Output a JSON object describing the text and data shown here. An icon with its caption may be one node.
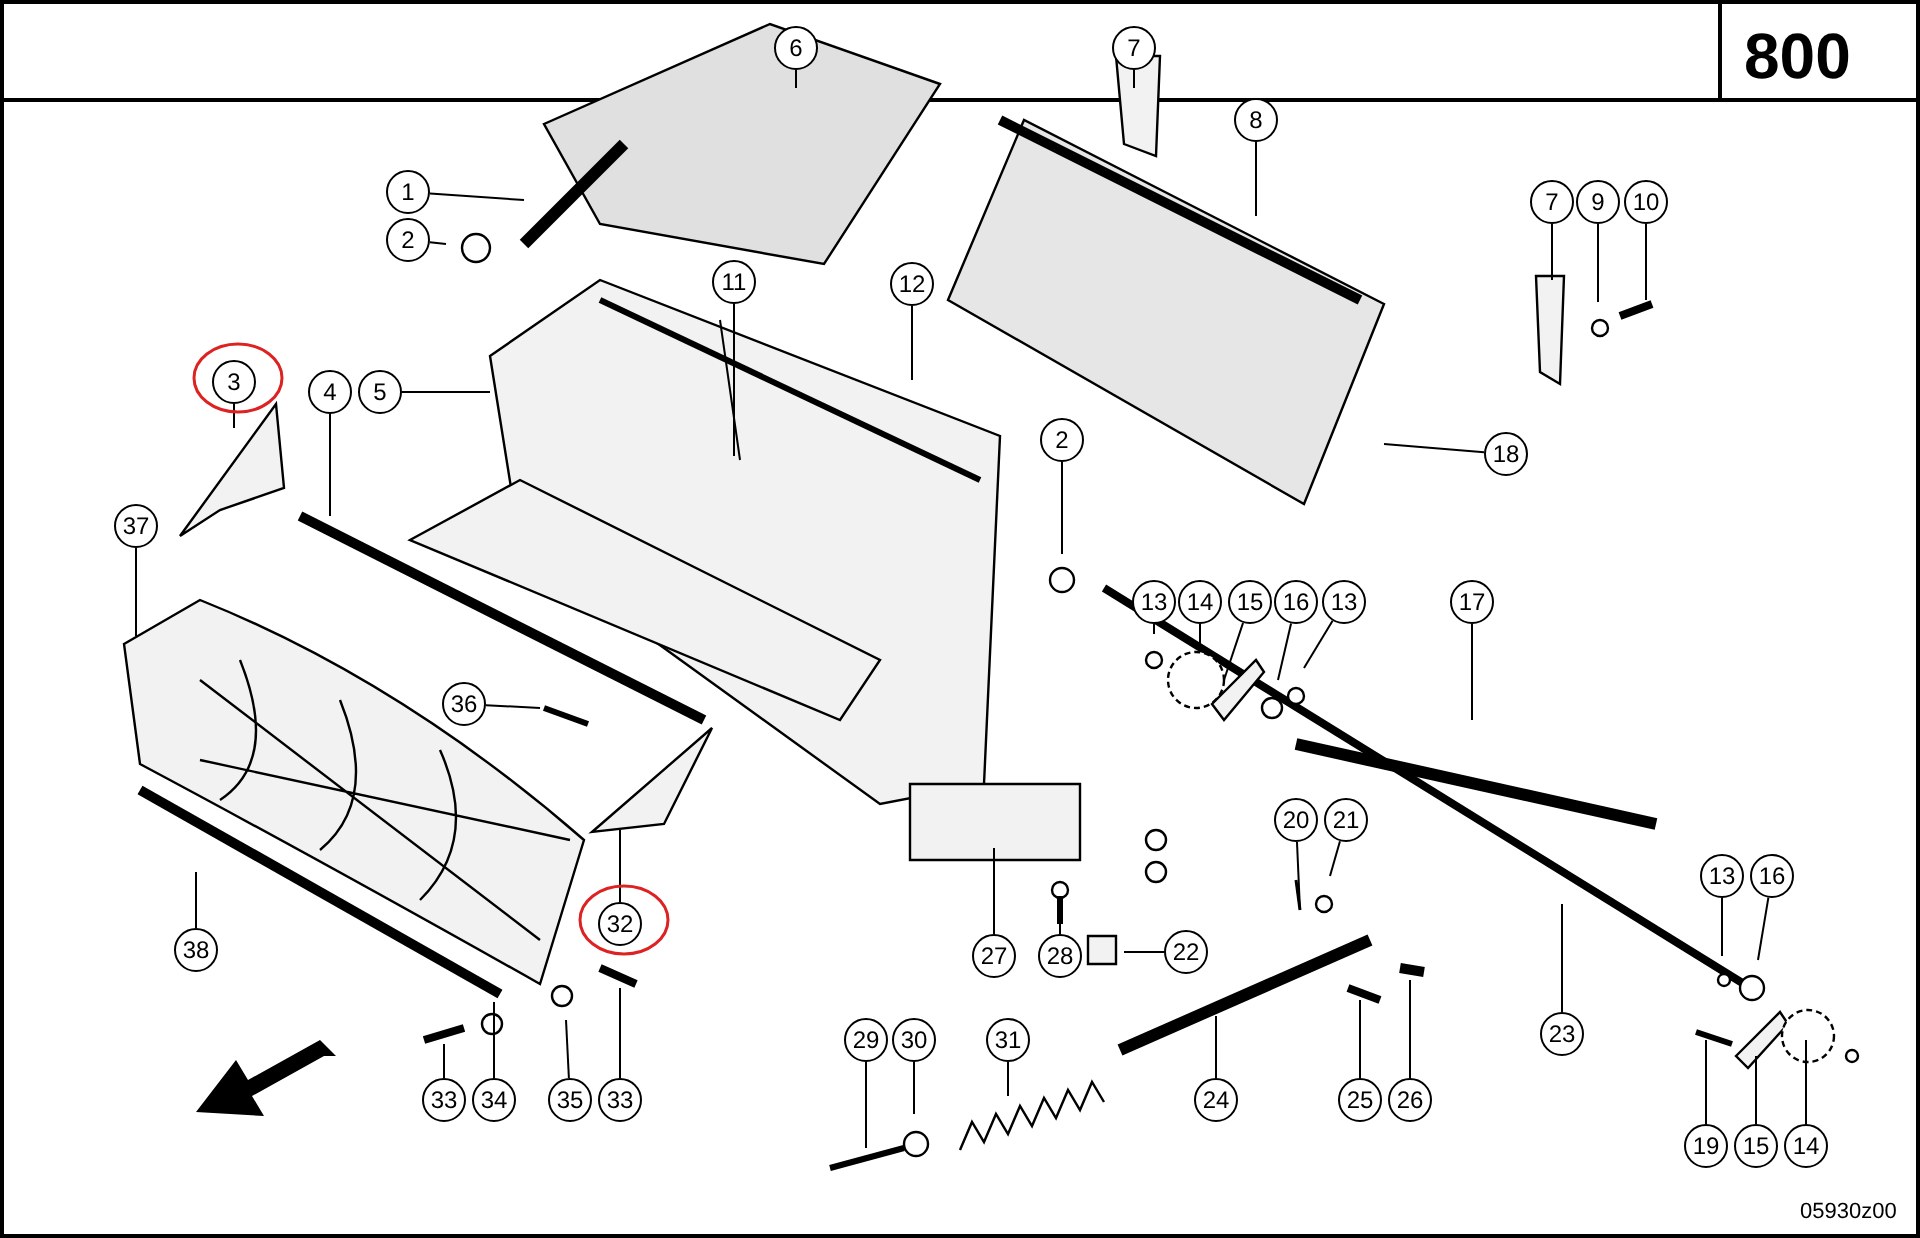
{
  "diagram": {
    "nodes": [
      {
        "text": [
          "6"
        ]
      },
      {
        "text": [
          "7"
        ]
      },
      {
        "text": [
          "1"
        ]
      },
      {
        "text": [
          "8"
        ]
      },
      {
        "text": [
          "7"
        ]
      },
      {
        "text": [
          "9"
        ]
      },
      {
        "text": [
          "10"
        ]
      },
      {
        "text": [
          "2"
        ]
      },
      {
        "text": [
          "11"
        ]
      },
      {
        "text": [
          "12"
        ]
      },
      {
        "text": [
          "3"
        ]
      },
      {
        "text": [
          "4"
        ]
      },
      {
        "text": [
          "5"
        ]
      },
      {
        "text": [
          "18"
        ]
      },
      {
        "text": [
          "2"
        ]
      },
      {
        "text": [
          "37"
        ]
      },
      {
        "text": [
          "13"
        ]
      },
      {
        "text": [
          "14"
        ]
      },
      {
        "text": [
          "15"
        ]
      },
      {
        "text": [
          "16"
        ]
      },
      {
        "text": [
          "13"
        ]
      },
      {
        "text": [
          "17"
        ]
      },
      {
        "text": [
          "36"
        ]
      },
      {
        "text": [
          "20"
        ]
      },
      {
        "text": [
          "21"
        ]
      },
      {
        "text": [
          "32"
        ]
      },
      {
        "text": [
          "22"
        ]
      },
      {
        "text": [
          "27"
        ]
      },
      {
        "text": [
          "28"
        ]
      },
      {
        "text": [
          "38"
        ]
      },
      {
        "text": [
          "13"
        ]
      },
      {
        "text": [
          "16"
        ]
      },
      {
        "text": [
          "23"
        ]
      },
      {
        "text": [
          "29"
        ]
      },
      {
        "text": [
          "30"
        ]
      },
      {
        "text": [
          "31"
        ]
      },
      {
        "text": [
          "24"
        ]
      },
      {
        "text": [
          "25"
        ]
      },
      {
        "text": [
          "26"
        ]
      },
      {
        "text": [
          "33"
        ]
      },
      {
        "text": [
          "34"
        ]
      },
      {
        "text": [
          "35"
        ]
      },
      {
        "text": [
          "33"
        ]
      },
      {
        "text": [
          "19"
        ]
      },
      {
        "text": [
          "15"
        ]
      },
      {
        "text": [
          "14"
        ]
      }
    ],
    "edges": [
      {
        "from": 0,
        "to": null,
        "arrow": "none"
      },
      {
        "from": 1,
        "to": null,
        "arrow": "none"
      },
      {
        "from": 2,
        "to": null,
        "arrow": "none"
      },
      {
        "from": 3,
        "to": null,
        "arrow": "none"
      },
      {
        "from": 4,
        "to": null,
        "arrow": "none"
      },
      {
        "from": 5,
        "to": null,
        "arrow": "none"
      },
      {
        "from": 6,
        "to": null,
        "arrow": "none"
      },
      {
        "from": 7,
        "to": null,
        "arrow": "none"
      },
      {
        "from": 8,
        "to": null,
        "arrow": "none"
      },
      {
        "from": 9,
        "to": null,
        "arrow": "none"
      },
      {
        "from": 10,
        "to": null,
        "arrow": "none"
      },
      {
        "from": 11,
        "to": null,
        "arrow": "none"
      },
      {
        "from": 12,
        "to": null,
        "arrow": "none"
      },
      {
        "from": 13,
        "to": null,
        "arrow": "none"
      },
      {
        "from": 14,
        "to": null,
        "arrow": "none"
      },
      {
        "from": 15,
        "to": null,
        "arrow": "none"
      },
      {
        "from": 16,
        "to": null,
        "arrow": "none"
      },
      {
        "from": 17,
        "to": null,
        "arrow": "none"
      },
      {
        "from": 18,
        "to": null,
        "arrow": "none"
      },
      {
        "from": 19,
        "to": null,
        "arrow": "none"
      },
      {
        "from": 20,
        "to": null,
        "arrow": "none"
      },
      {
        "from": 21,
        "to": null,
        "arrow": "none"
      },
      {
        "from": 22,
        "to": null,
        "arrow": "none"
      },
      {
        "from": 23,
        "to": null,
        "arrow": "none"
      },
      {
        "from": 24,
        "to": null,
        "arrow": "none"
      },
      {
        "from": 25,
        "to": null,
        "arrow": "none"
      },
      {
        "from": 26,
        "to": null,
        "arrow": "none"
      },
      {
        "from": 27,
        "to": null,
        "arrow": "none"
      },
      {
        "from": 28,
        "to": null,
        "arrow": "none"
      },
      {
        "from": 29,
        "to": null,
        "arrow": "none"
      },
      {
        "from": 30,
        "to": null,
        "arrow": "none"
      },
      {
        "from": 31,
        "to": null,
        "arrow": "none"
      },
      {
        "from": 32,
        "to": null,
        "arrow": "none"
      },
      {
        "from": 33,
        "to": null,
        "arrow": "none"
      },
      {
        "from": 34,
        "to": null,
        "arrow": "none"
      },
      {
        "from": 35,
        "to": null,
        "arrow": "none"
      },
      {
        "from": 36,
        "to": null,
        "arrow": "none"
      },
      {
        "from": 37,
        "to": null,
        "arrow": "none"
      },
      {
        "from": 38,
        "to": null,
        "arrow": "none"
      },
      {
        "from": 39,
        "to": null,
        "arrow": "none"
      },
      {
        "from": 40,
        "to": null,
        "arrow": "none"
      },
      {
        "from": 41,
        "to": null,
        "arrow": "none"
      },
      {
        "from": 42,
        "to": null,
        "arrow": "none"
      },
      {
        "from": 43,
        "to": null,
        "arrow": "none"
      },
      {
        "from": 44,
        "to": null,
        "arrow": "none"
      },
      {
        "from": 45,
        "to": null,
        "arrow": "none"
      }
    ],
    "labels": [
      "800",
      "05930z00"
    ]
  }
}
